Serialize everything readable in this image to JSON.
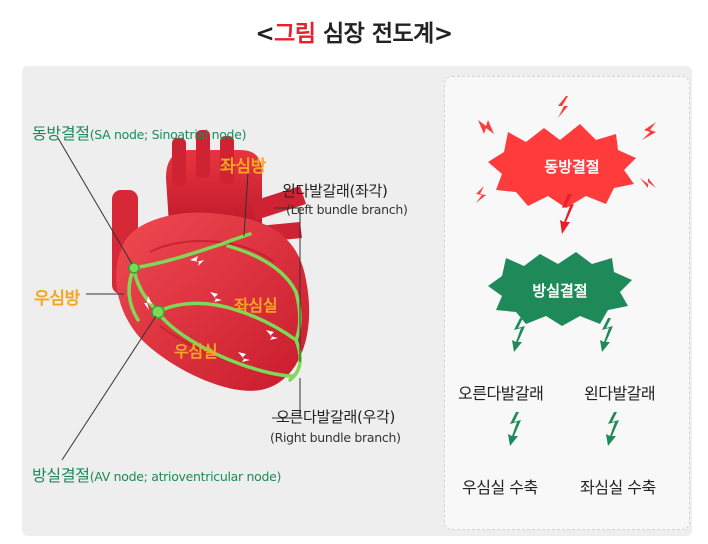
{
  "title": {
    "open": "<",
    "highlight": "그림",
    "rest": " 심장 전도계",
    "close": ">"
  },
  "labels": {
    "sa_node_ko": "동방결절",
    "sa_node_en": "(SA node; Sinoatrial node)",
    "left_atrium": "좌심방",
    "left_bundle_ko": "왼다발갈래(좌각)",
    "left_bundle_en": "(Left bundle branch)",
    "right_atrium": "우심방",
    "left_ventricle": "좌심실",
    "right_ventricle": "우심실",
    "right_bundle_ko": "오른다발갈래(우각)",
    "right_bundle_en": "(Right bundle branch)",
    "av_node_ko": "방실결절",
    "av_node_en": "(AV node; atrioventricular node)"
  },
  "flow": {
    "sa_node": "동방결절",
    "av_node": "방실결절",
    "right_bundle": "오른다발갈래",
    "left_bundle": "왼다발갈래",
    "right_contraction": "우심실 수축",
    "left_contraction": "좌심실 수축"
  },
  "colors": {
    "accent_red": "#e8202e",
    "node_green": "#1e8a5a",
    "chamber_orange": "#f5a623",
    "heart_red": "#e12b3b",
    "conduction_green": "#7ed957"
  }
}
